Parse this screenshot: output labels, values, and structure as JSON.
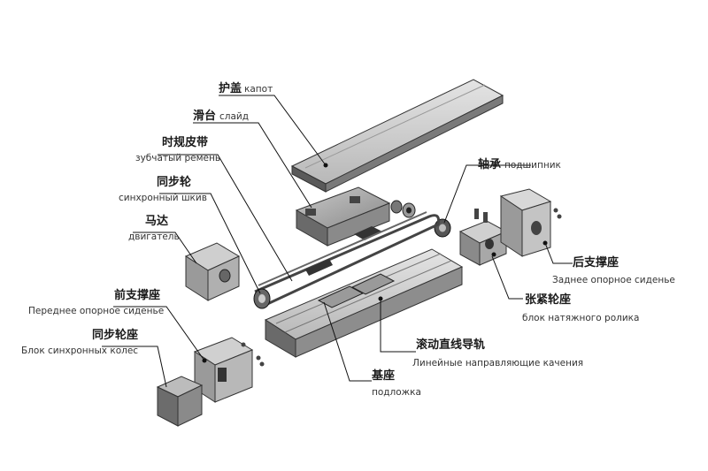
{
  "labels": {
    "cover": {
      "zh": "护盖",
      "ru": "капот"
    },
    "slide": {
      "zh": "滑台",
      "ru": "слайд"
    },
    "belt": {
      "zh": "时规皮带",
      "ru": "зубчатый ремень"
    },
    "pulley": {
      "zh": "同步轮",
      "ru": "синхронный шкив"
    },
    "motor": {
      "zh": "马达",
      "ru": "двигатель"
    },
    "front_support": {
      "zh": "前支撑座",
      "ru": "Переднее опорное сиденье"
    },
    "pulley_block": {
      "zh": "同步轮座",
      "ru": "Блок синхронных колес"
    },
    "bearing": {
      "zh": "轴承",
      "ru": "подшипник"
    },
    "rear_support": {
      "zh": "后支撑座",
      "ru": "Заднее опорное сиденье"
    },
    "tension_block": {
      "zh": "张紧轮座",
      "ru": "блок натяжного ролика"
    },
    "rail": {
      "zh": "滚动直线导轨",
      "ru": "Линейные направляющие качения"
    },
    "base": {
      "zh": "基座",
      "ru": "подложка"
    }
  },
  "colors": {
    "part_light": "#d2d2d2",
    "part_mid": "#9a9a9a",
    "part_dark": "#4a4a4a",
    "leader": "#111111"
  }
}
